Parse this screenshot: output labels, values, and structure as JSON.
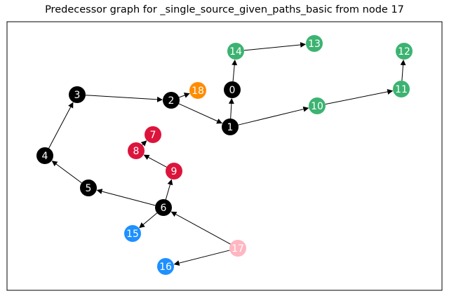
{
  "title": "Predecessor graph for _single_source_given_paths_basic from node 17",
  "colors": {
    "black": "#000000",
    "green": "#3cb371",
    "red": "#dc143c",
    "blue": "#1e90ff",
    "orange": "#ff8c00",
    "pink": "#ffb6c1"
  },
  "nodes": [
    {
      "id": "0",
      "color": "black"
    },
    {
      "id": "1",
      "color": "black"
    },
    {
      "id": "2",
      "color": "black"
    },
    {
      "id": "3",
      "color": "black"
    },
    {
      "id": "4",
      "color": "black"
    },
    {
      "id": "5",
      "color": "black"
    },
    {
      "id": "6",
      "color": "black"
    },
    {
      "id": "7",
      "color": "red"
    },
    {
      "id": "8",
      "color": "red"
    },
    {
      "id": "9",
      "color": "red"
    },
    {
      "id": "10",
      "color": "green"
    },
    {
      "id": "11",
      "color": "green"
    },
    {
      "id": "12",
      "color": "green"
    },
    {
      "id": "13",
      "color": "green"
    },
    {
      "id": "14",
      "color": "green"
    },
    {
      "id": "15",
      "color": "blue"
    },
    {
      "id": "16",
      "color": "blue"
    },
    {
      "id": "17",
      "color": "pink"
    },
    {
      "id": "18",
      "color": "orange"
    }
  ],
  "edges": [
    [
      "17",
      "6"
    ],
    [
      "17",
      "16"
    ],
    [
      "6",
      "15"
    ],
    [
      "6",
      "5"
    ],
    [
      "6",
      "9"
    ],
    [
      "9",
      "8"
    ],
    [
      "8",
      "7"
    ],
    [
      "5",
      "4"
    ],
    [
      "4",
      "3"
    ],
    [
      "3",
      "2"
    ],
    [
      "2",
      "18"
    ],
    [
      "2",
      "1"
    ],
    [
      "1",
      "0"
    ],
    [
      "0",
      "14"
    ],
    [
      "14",
      "13"
    ],
    [
      "1",
      "10"
    ],
    [
      "10",
      "11"
    ],
    [
      "11",
      "12"
    ]
  ]
}
